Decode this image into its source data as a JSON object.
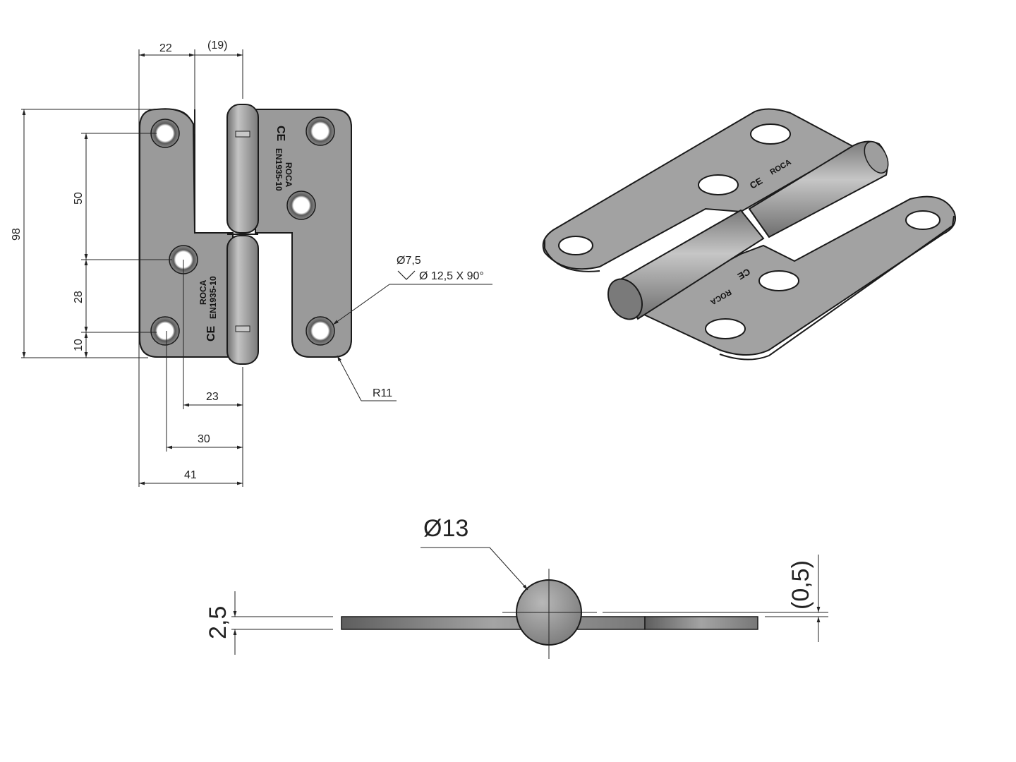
{
  "colors": {
    "metal": "#9a9a9a",
    "metal_dark": "#7d7d7d",
    "pin": "#a8a8a8",
    "line": "#222222"
  },
  "front_view": {
    "dims": {
      "top_left": "22",
      "top_right": "(19)",
      "overall_height": "98",
      "hole_spacing_upper": "50",
      "hole_spacing_lower": "28",
      "bottom_offset": "10",
      "horiz_23": "23",
      "horiz_30": "30",
      "horiz_41": "41",
      "hole_dia": "Ø7,5",
      "countersink": "Ø 12,5 X 90°",
      "corner_radius": "R11"
    },
    "markings": {
      "brand": "ROCA",
      "standard": "EN1935-10",
      "ce": "CE"
    }
  },
  "side_view": {
    "dims": {
      "pin_dia": "Ø13",
      "leaf_thickness": "2,5",
      "gap": "(0,5)"
    }
  },
  "icons": [
    "hinge-front-view",
    "hinge-3d-view",
    "hinge-side-view",
    "countersink-icon"
  ]
}
